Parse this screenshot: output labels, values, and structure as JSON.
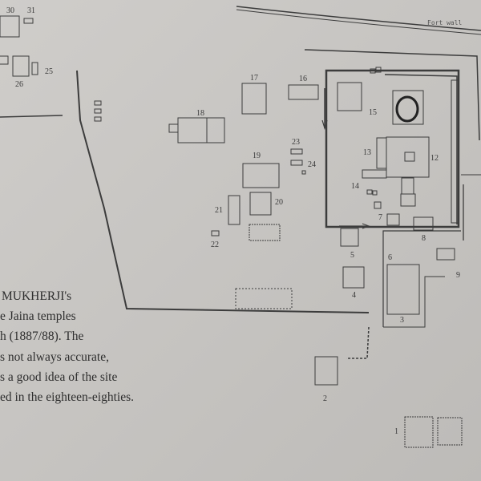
{
  "map": {
    "fort_wall_label": "Fort wall",
    "site_numbers": [
      "1",
      "2",
      "3",
      "4",
      "5",
      "6",
      "7",
      "8",
      "9",
      "12",
      "13",
      "14",
      "15",
      "16",
      "17",
      "18",
      "19",
      "20",
      "21",
      "22",
      "23",
      "24",
      "25",
      "26",
      "30",
      "31"
    ]
  },
  "caption": {
    "lines": [
      "MUKHERJI's",
      "e Jaina temples",
      "h (1887/88). The",
      "s not always accurate,",
      "s a good idea of the site",
      "ed in the eighteen-eighties."
    ]
  }
}
